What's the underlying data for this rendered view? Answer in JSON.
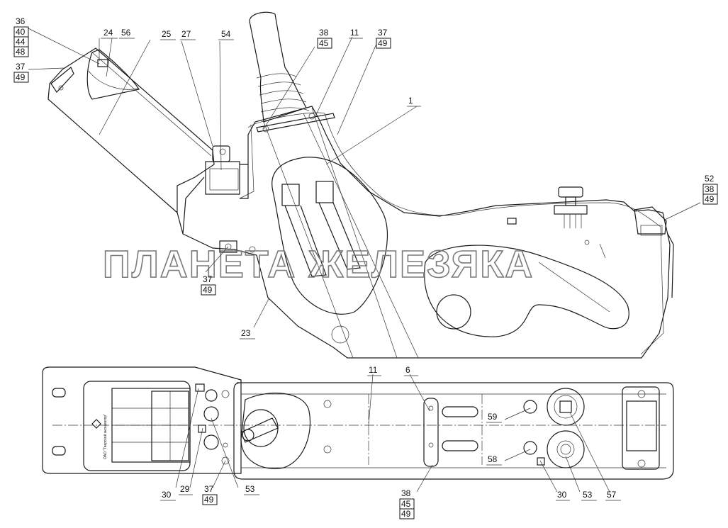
{
  "watermark": "ПЛАНЕТА ЖЕЛЕЗЯКА",
  "nameplate": "ОАО \"Тверской экскаватор\"",
  "callouts": {
    "c36": "36",
    "c40": "40",
    "c44": "44",
    "c48": "48",
    "c37a": "37",
    "c49a": "49",
    "c24": "24",
    "c56": "56",
    "c25": "25",
    "c27": "27",
    "c54": "54",
    "c38a": "38",
    "c45a": "45",
    "c11a": "11",
    "c37b": "37",
    "c49b": "49",
    "c1": "1",
    "c52": "52",
    "c38b": "38",
    "c49c": "49",
    "c37c": "37",
    "c49d": "49",
    "c23": "23",
    "c11b": "11",
    "c6": "6",
    "c59": "59",
    "c58": "58",
    "c30a": "30",
    "c29": "29",
    "c53a": "53",
    "c37d": "37",
    "c49e": "49",
    "c38c": "38",
    "c45b": "45",
    "c49f": "49",
    "c30b": "30",
    "c53b": "53",
    "c57": "57"
  }
}
